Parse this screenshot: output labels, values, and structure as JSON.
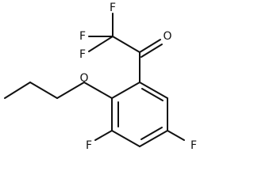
{
  "structure": {
    "atoms": {
      "f1": "F",
      "f2": "F",
      "f3": "F",
      "o_carbonyl": "O",
      "o_ether": "O",
      "f_left": "F",
      "f_right": "F"
    },
    "colors": {
      "line": "#111111",
      "background": "#ffffff"
    }
  }
}
